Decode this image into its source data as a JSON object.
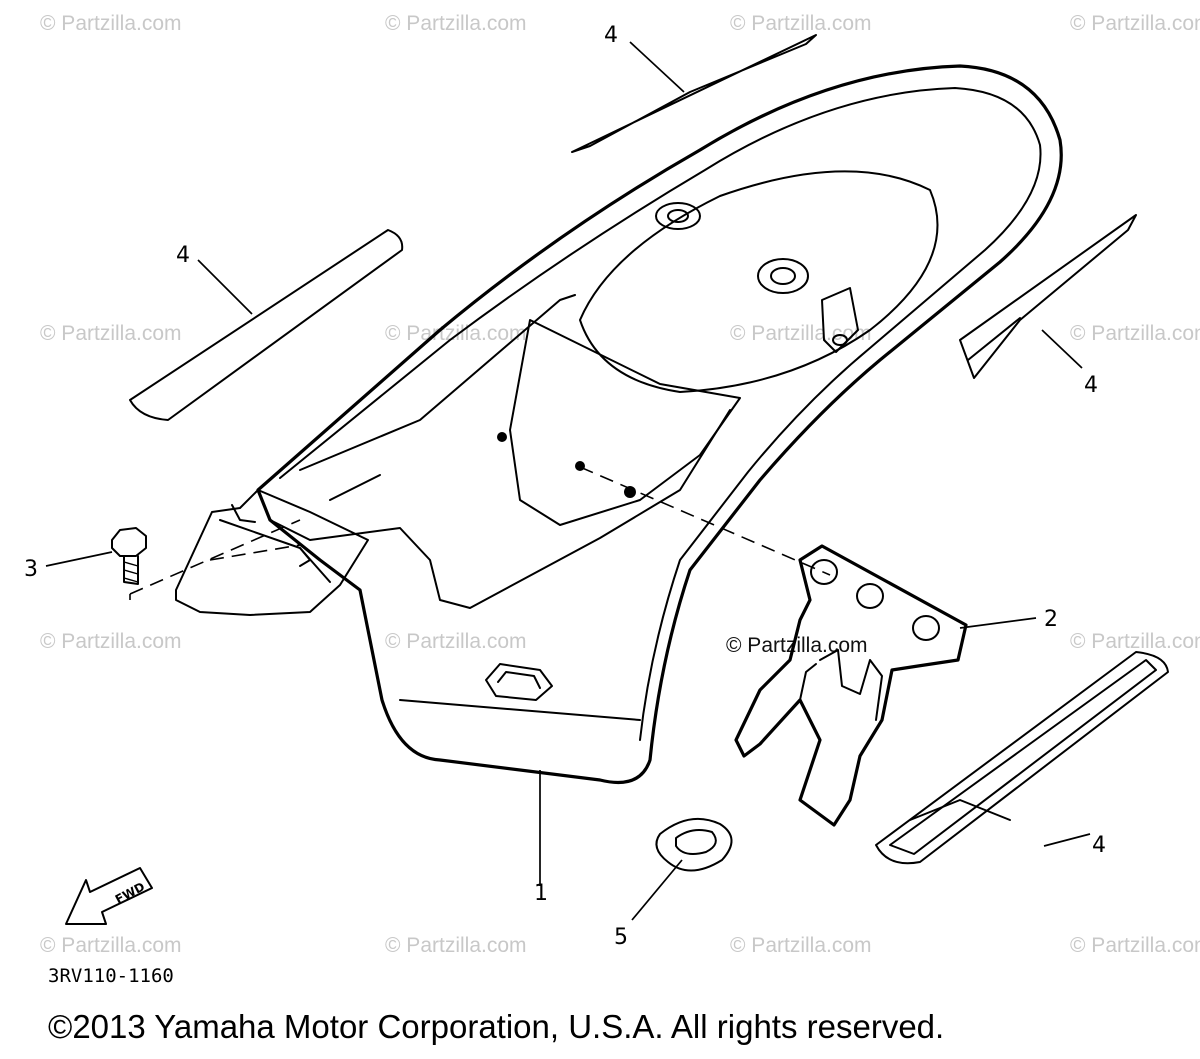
{
  "watermark": "© Partzilla.com",
  "callouts": [
    "1",
    "2",
    "3",
    "4",
    "4",
    "4",
    "4",
    "5"
  ],
  "diagram_code": "3RV110-1160",
  "fwd_label": "FWD",
  "copyright": "©2013 Yamaha Motor Corporation, U.S.A. All rights reserved."
}
